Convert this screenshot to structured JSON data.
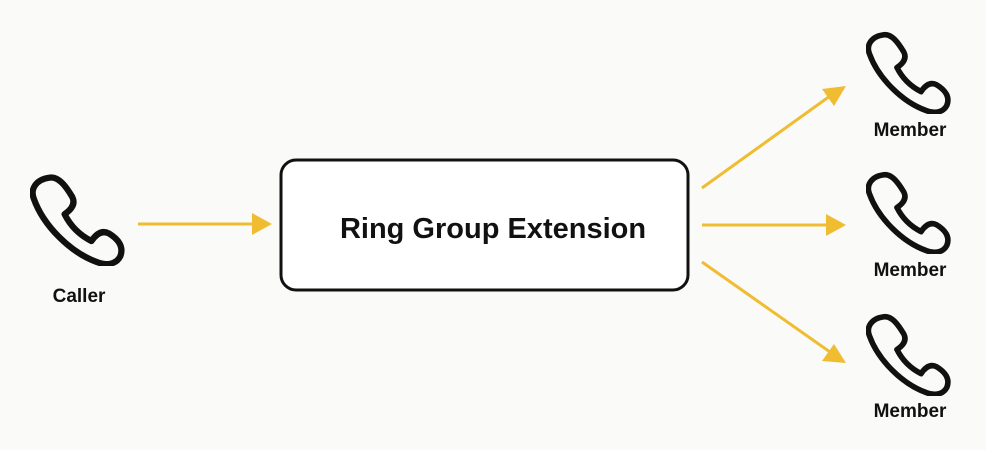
{
  "diagram": {
    "caller": {
      "label": "Caller",
      "icon": "phone-icon"
    },
    "ring_group": {
      "label": "Ring Group Extension"
    },
    "members": [
      {
        "label": "Member",
        "icon": "phone-icon"
      },
      {
        "label": "Member",
        "icon": "phone-icon"
      },
      {
        "label": "Member",
        "icon": "phone-icon"
      }
    ]
  },
  "colors": {
    "arrow": "#f0bd32",
    "stroke": "#111111",
    "background": "#fafaf8"
  }
}
